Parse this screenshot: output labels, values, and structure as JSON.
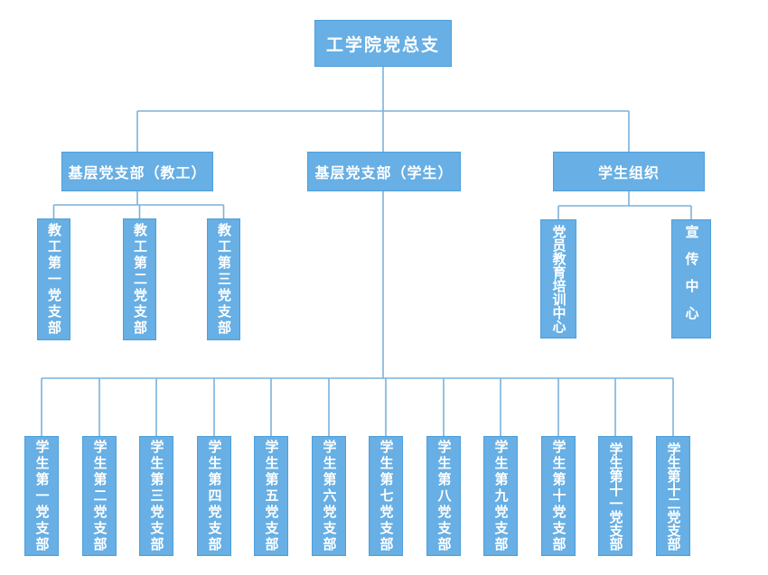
{
  "colors": {
    "background": "#ffffff",
    "box_fill": "#67AFE4",
    "box_border": "#4F9FDB",
    "box_text": "#ffffff",
    "line_color": "#79B2DD"
  },
  "chart": {
    "root": {
      "label": "工学院党总支"
    },
    "branches": [
      {
        "label": "基层党支部（教工）",
        "children": [
          "教工第一党支部",
          "教工第二党支部",
          "教工第三党支部"
        ]
      },
      {
        "label": "基层党支部（学生）",
        "children": [
          "学生第一党支部",
          "学生第二党支部",
          "学生第三党支部",
          "学生第四党支部",
          "学生第五党支部",
          "学生第六党支部",
          "学生第七党支部",
          "学生第八党支部",
          "学生第九党支部",
          "学生第十党支部",
          "学生第十一党支部",
          "学生第十二党支部"
        ]
      },
      {
        "label": "学生组织",
        "children": [
          "党员教育培训中心",
          "宣传中心"
        ]
      }
    ]
  }
}
